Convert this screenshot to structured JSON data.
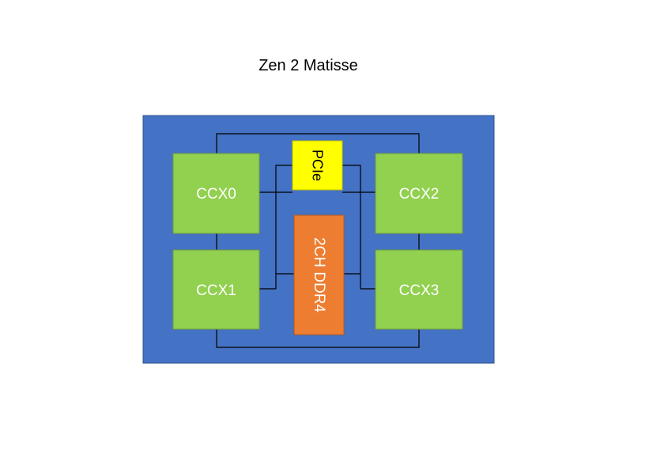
{
  "title": "Zen 2 Matisse",
  "colors": {
    "package": "#4472C4",
    "ccx": "#92D050",
    "pcie": "#FFFF00",
    "memory": "#ED7D31",
    "wire": "#000000"
  },
  "blocks": {
    "ccx0": "CCX0",
    "ccx1": "CCX1",
    "ccx2": "CCX2",
    "ccx3": "CCX3",
    "pcie": "PCIe",
    "memory": "2CH DDR4"
  }
}
